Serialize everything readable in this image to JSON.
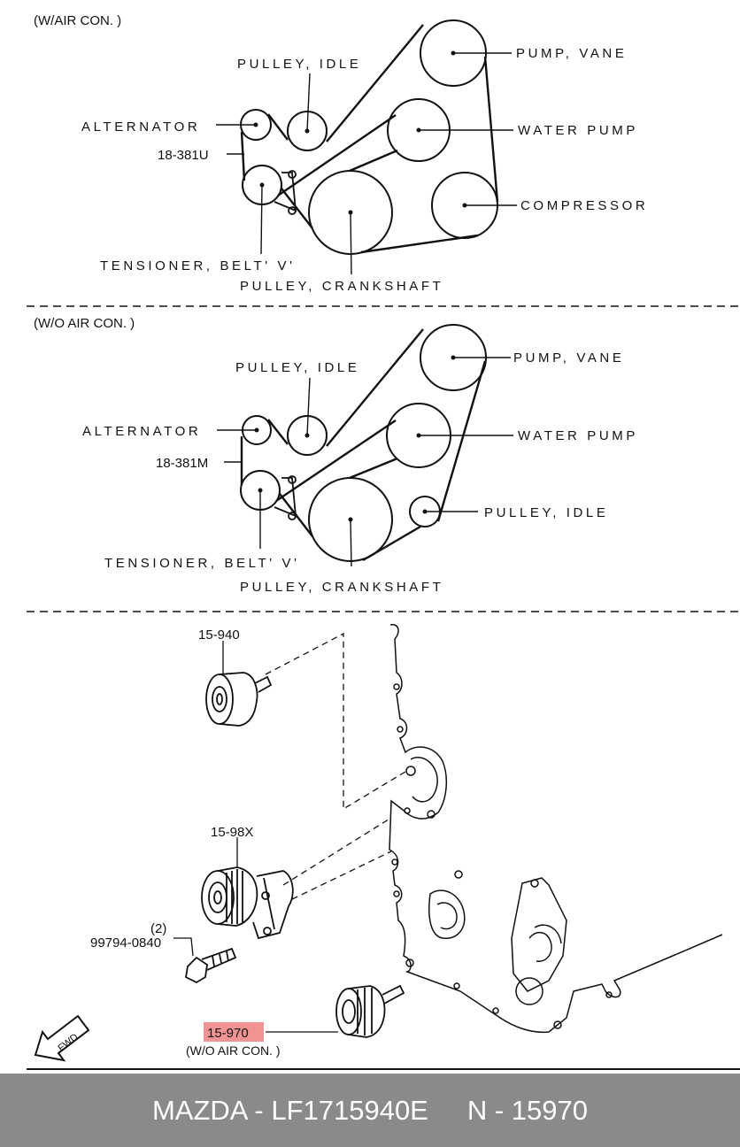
{
  "section_ac": {
    "title": "(W/AIR CON. )",
    "labels": {
      "pump_vane": "PUMP, VANE",
      "pulley_idle": "PULLEY, IDLE",
      "alternator": "ALTERNATOR",
      "water_pump": "WATER PUMP",
      "part_number": "18-381U",
      "compressor": "COMPRESSOR",
      "tensioner": "TENSIONER, BELT' V'",
      "crankshaft": "PULLEY, CRANKSHAFT"
    }
  },
  "section_noac": {
    "title": "(W/O AIR CON. )",
    "labels": {
      "pump_vane": "PUMP, VANE",
      "pulley_idle_top": "PULLEY, IDLE",
      "alternator": "ALTERNATOR",
      "water_pump": "WATER PUMP",
      "part_number": "18-381M",
      "pulley_idle_right": "PULLEY, IDLE",
      "tensioner": "TENSIONER, BELT' V'",
      "crankshaft": "PULLEY, CRANKSHAFT"
    }
  },
  "exploded": {
    "part_15940": "15-940",
    "part_1598x": "15-98X",
    "qty": "(2)",
    "bolt": "99794-0840",
    "part_15970": "15-970",
    "note": "(W/O AIR CON. )",
    "fwd": "FWD"
  },
  "highlight_color": "#f08080",
  "footer": {
    "brand_code": "MAZDA - LF1715940E",
    "ref_code": "N - 15970"
  }
}
